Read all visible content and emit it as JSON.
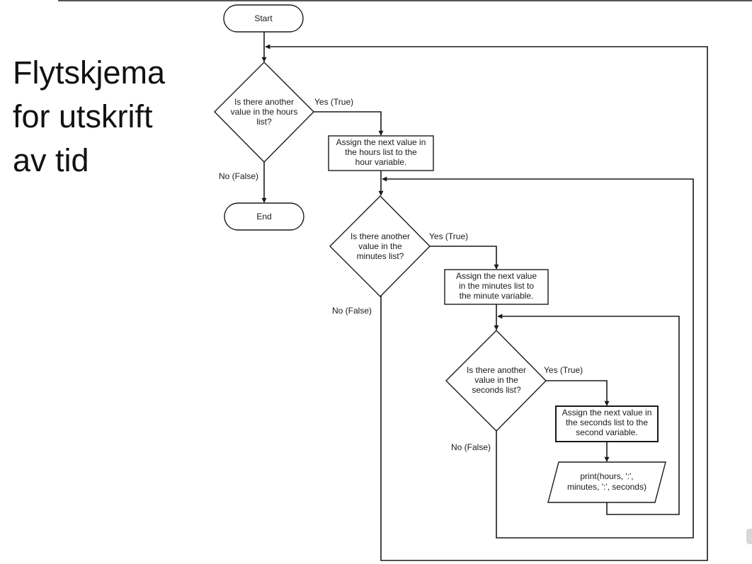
{
  "title_lines": [
    "Flytskjema",
    "for utskrift",
    "av tid"
  ],
  "flowchart": {
    "start": "Start",
    "end": "End",
    "hours_question": [
      "Is there another",
      "value in the hours",
      "list?"
    ],
    "hours_assign": [
      "Assign the next value in",
      "the hours list to the",
      "hour variable."
    ],
    "minutes_question": [
      "Is there another",
      "value in the",
      "minutes list?"
    ],
    "minutes_assign": [
      "Assign the next value",
      "in the minutes list to",
      "the minute variable."
    ],
    "seconds_question": [
      "Is there another",
      "value in the",
      "seconds list?"
    ],
    "seconds_assign": [
      "Assign the next value in",
      "the seconds list to the",
      "second variable."
    ],
    "print_statement": [
      "print(hours, ':',",
      "minutes, ':', seconds)"
    ],
    "yes_label": "Yes (True)",
    "no_label": "No (False)"
  }
}
